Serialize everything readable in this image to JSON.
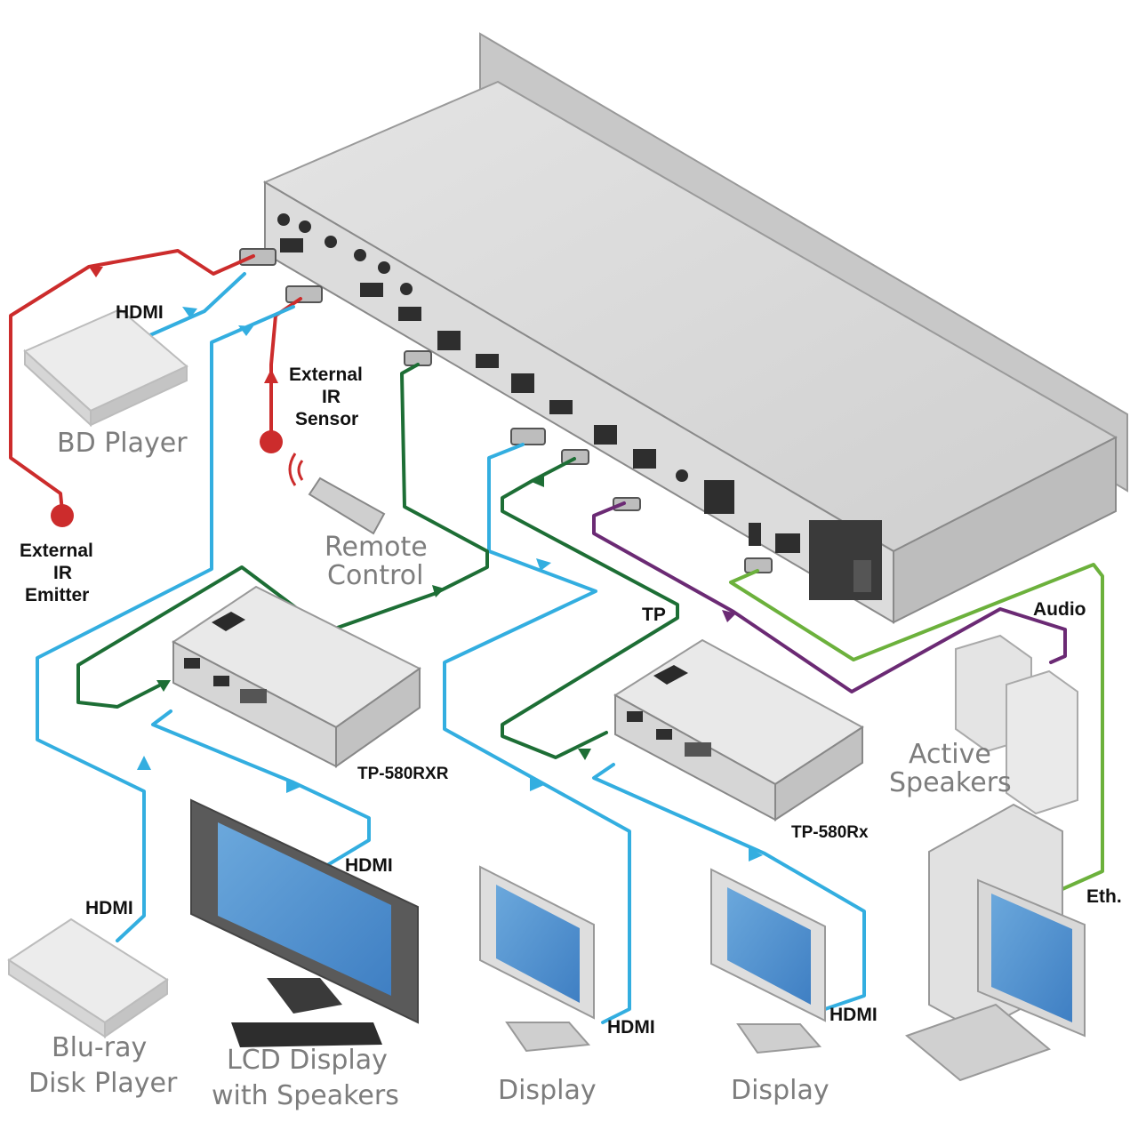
{
  "colors": {
    "hdmi": "#33aee0",
    "tp": "#1d6e35",
    "ethernet": "#6cb13c",
    "audio": "#6b2a74",
    "ir": "#cc2c2c"
  },
  "devices": {
    "bd_player": "BD Player",
    "bluray_l1": "Blu-ray",
    "bluray_l2": "Disk Player",
    "lcd_l1": "LCD Display",
    "lcd_l2": "with Speakers",
    "display_1": "Display",
    "display_2": "Display",
    "remote_l1": "Remote",
    "remote_l2": "Control",
    "speakers_l1": "Active",
    "speakers_l2": "Speakers",
    "receiver_1": "TP-580RXR",
    "receiver_2": "TP-580Rx"
  },
  "labels": {
    "ext_sensor_l1": "External",
    "ext_sensor_l2": "IR",
    "ext_sensor_l3": "Sensor",
    "ext_emitter_l1": "External",
    "ext_emitter_l2": "IR",
    "ext_emitter_l3": "Emitter",
    "hdmi_bd": "HDMI",
    "hdmi_bluray": "HDMI",
    "hdmi_lcd": "HDMI",
    "hdmi_disp1": "HDMI",
    "hdmi_disp2": "HDMI",
    "tp": "TP",
    "audio": "Audio",
    "eth": "Eth."
  }
}
